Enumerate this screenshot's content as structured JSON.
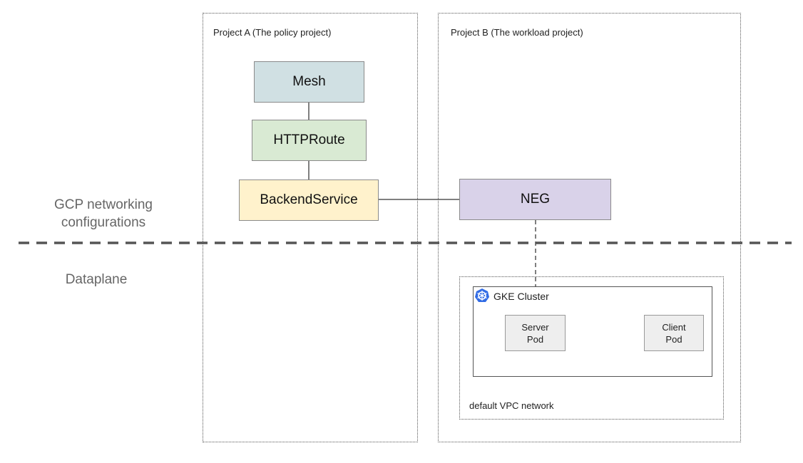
{
  "projects": {
    "a_label": "Project A (The policy project)",
    "b_label": "Project B (The workload project)"
  },
  "resources": {
    "mesh": "Mesh",
    "httproute": "HTTPRoute",
    "backendservice": "BackendService",
    "neg": "NEG"
  },
  "layers": {
    "gcp_line1": "GCP networking",
    "gcp_line2": "configurations",
    "dataplane": "Dataplane"
  },
  "network": {
    "cluster_label": "GKE Cluster",
    "server_pod_line1": "Server",
    "server_pod_line2": "Pod",
    "client_pod_line1": "Client",
    "client_pod_line2": "Pod",
    "vpc_label": "default VPC network"
  },
  "colors": {
    "mesh_fill": "#d0e0e3",
    "httproute_fill": "#d9ead3",
    "backendservice_fill": "#fff2cc",
    "neg_fill": "#d9d2e9",
    "kubernetes_blue": "#326ce5"
  },
  "icons": {
    "cluster": "kubernetes-icon"
  }
}
